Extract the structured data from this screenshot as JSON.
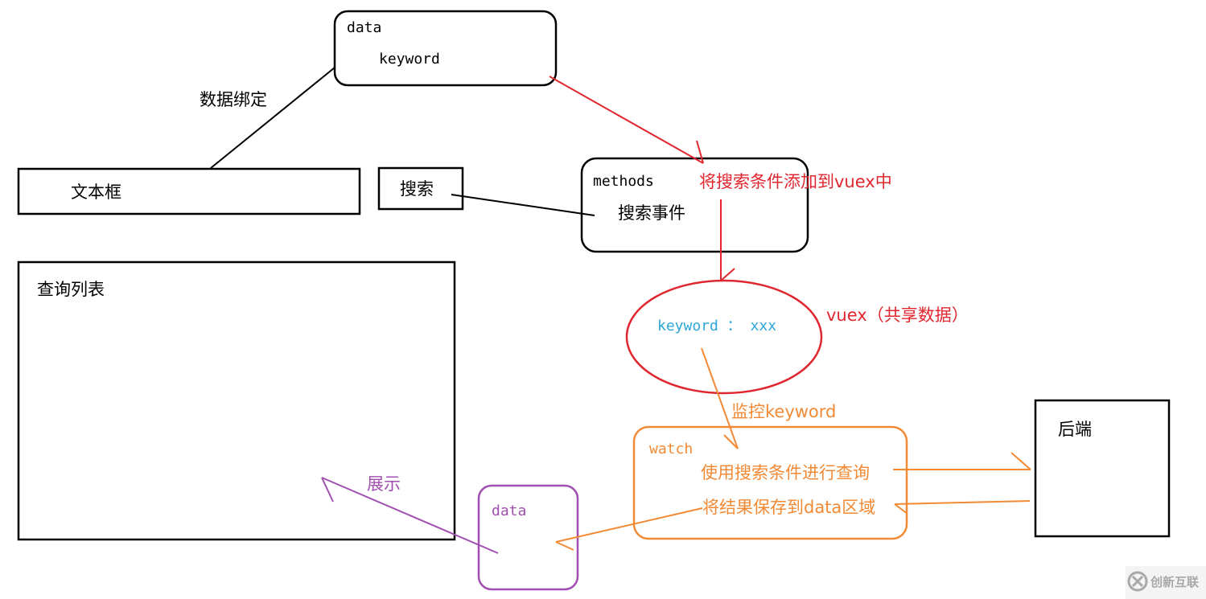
{
  "colors": {
    "black": "#000000",
    "red": "#e0262e",
    "orange": "#f28a35",
    "purple": "#a14fb0",
    "cyan": "#2ea7d8",
    "watermark": "#9a9a9a"
  },
  "nodes": {
    "data_top": {
      "title": "data",
      "field": "keyword"
    },
    "textbox": {
      "label": "文本框"
    },
    "search_button": {
      "label": "搜索"
    },
    "methods": {
      "title": "methods",
      "event": "搜索事件"
    },
    "query_list": {
      "label": "查询列表"
    },
    "vuex_store": {
      "content": "keyword ： xxx"
    },
    "watch": {
      "title": "watch",
      "line1": "使用搜索条件进行查询",
      "line2": "将结果保存到data区域"
    },
    "data_bottom": {
      "title": "data"
    },
    "backend": {
      "label": "后端"
    }
  },
  "edge_labels": {
    "binding": "数据绑定",
    "add_to_vuex": "将搜索条件添加到vuex中",
    "vuex_note": "vuex（共享数据）",
    "watch_keyword": "监控keyword",
    "display": "展示"
  },
  "watermark": {
    "text": "创新互联",
    "icon": "chuangxin-logo-icon"
  }
}
